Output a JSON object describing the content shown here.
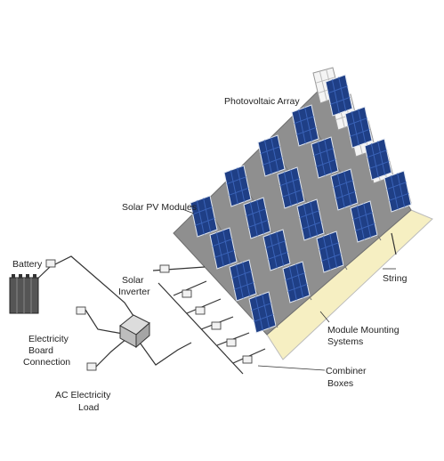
{
  "labels": {
    "photovoltaic_array": "Photovoltaic Array",
    "solar_pv_modules": "Solar PV Modules",
    "battery": "Battery",
    "solar_inverter_line1": "Solar",
    "solar_inverter_line2": "Inverter",
    "string": "String",
    "module_mounting_line1": "Module Mounting",
    "module_mounting_line2": "Systems",
    "electricity_board_line1": "Electricity",
    "electricity_board_line2": "Board",
    "electricity_board_line3": "Connection",
    "ac_load_line1": "AC Electricity",
    "ac_load_line2": "Load",
    "combiner_line1": "Combiner",
    "combiner_line2": "Boxes"
  },
  "colors": {
    "roof_gray": "#8f8f8f",
    "roof_edge": "#6e6e6e",
    "ground_beige": "#f6efc2",
    "panel_blue": "#1f3f86",
    "panel_cell": "#3a63b8",
    "panel_frame": "#dfe6f2",
    "white_panel": "#f4f4f4",
    "wire": "#333333"
  }
}
